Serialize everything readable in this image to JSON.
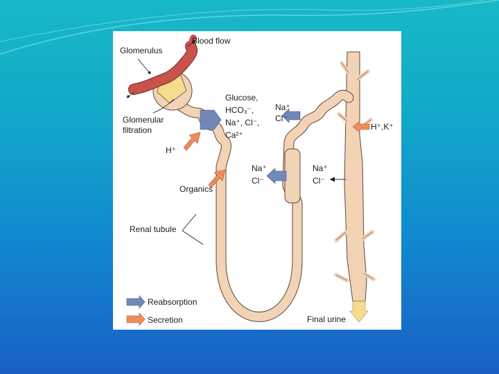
{
  "colors": {
    "background_top": "#19b8c8",
    "background_bottom": "#1a5fc4",
    "tubule": "#f2d3b6",
    "tubule_outline": "#5a4638",
    "glomerulus": "#c9534b",
    "capsule_fill": "#f6dc8d",
    "reabsorption_arrow": "#7189b8",
    "secretion_arrow": "#ec8d5e"
  },
  "labels": {
    "glomerulus": "Glomerulus",
    "blood_flow": "Blood flow",
    "glomerular": "Glomerular",
    "filtration": "filtration",
    "h_plus": "H⁺",
    "glucose": "Glucose,",
    "hco3": "HCO₃⁻,",
    "na_cl": "Na⁺, Cl⁻,",
    "ca": "Ca²⁺",
    "organics": "Organics",
    "renal_tubule": "Renal tubule",
    "na_top": "Na⁺",
    "cl_top": "Cl⁻",
    "na_mid_left": "Na⁺",
    "cl_mid_left": "Cl⁻",
    "na_mid_right": "Na⁺",
    "cl_mid_right": "Cl⁻",
    "h_k": "H⁺,K⁺",
    "final_urine": "Final urine"
  },
  "legend": {
    "reabsorption": "Reabsorption",
    "secretion": "Secretion"
  },
  "icons": [
    "reabsorption-arrow-icon",
    "secretion-arrow-icon",
    "urine-flow-arrow-icon"
  ]
}
